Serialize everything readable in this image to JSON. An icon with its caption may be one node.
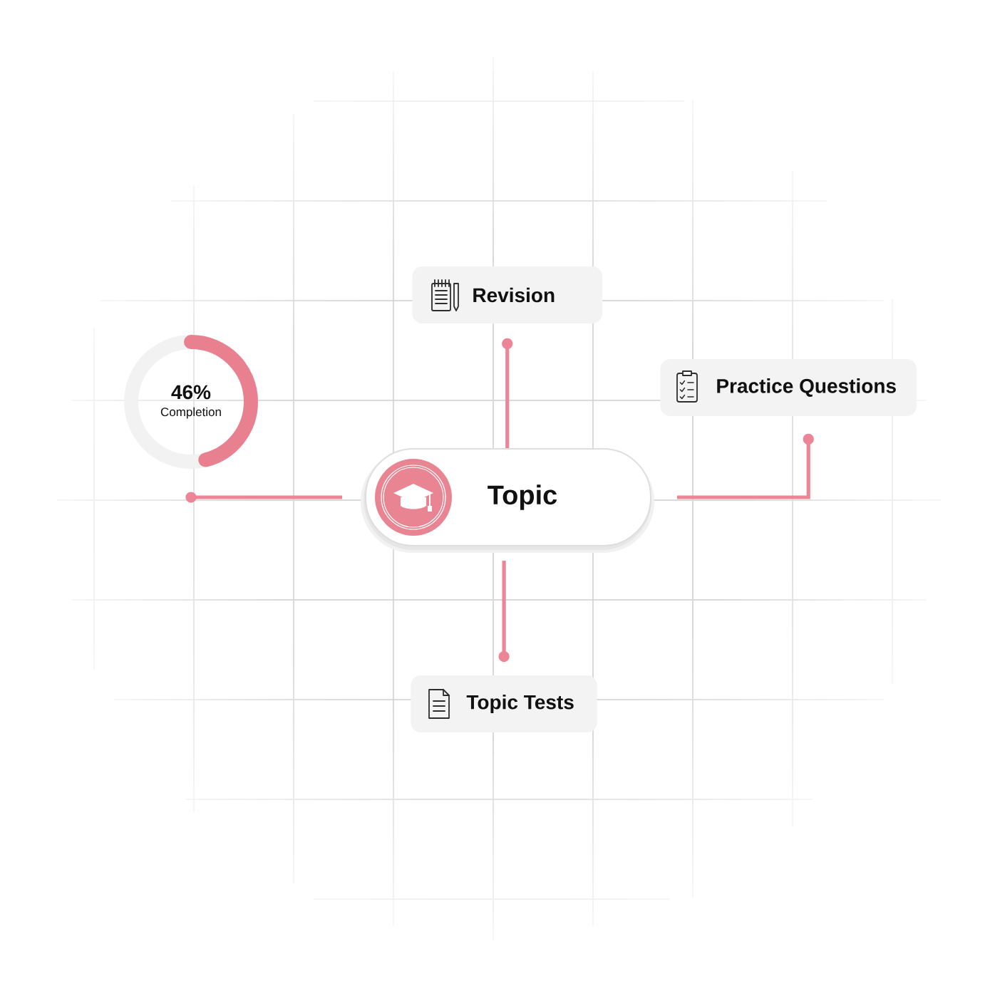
{
  "diagram": {
    "nodes": [
      {
        "text": [
          "Revision"
        ]
      },
      {
        "text": [
          "46%",
          "Completion"
        ]
      },
      {
        "text": [
          "Practice Questions"
        ]
      },
      {
        "text": [
          "Topic"
        ]
      },
      {
        "text": [
          "Topic Tests"
        ]
      }
    ],
    "edges": [
      {
        "from": 3,
        "to": 0,
        "arrow": "other"
      },
      {
        "from": 3,
        "to": 1,
        "arrow": "other"
      },
      {
        "from": 3,
        "to": 2,
        "arrow": "other"
      },
      {
        "from": 3,
        "to": 4,
        "arrow": "other"
      }
    ]
  }
}
